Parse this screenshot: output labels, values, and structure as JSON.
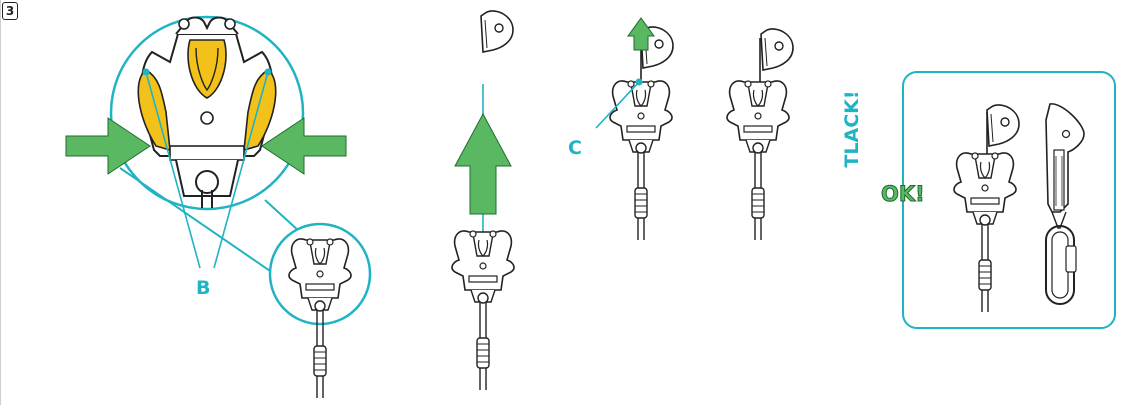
{
  "step_number": "3",
  "labels": {
    "b": "B",
    "c": "C",
    "tlack": "TLACK!",
    "ok": "OK!"
  },
  "colors": {
    "accent": "#20b3c4",
    "arrow_green": "#5ab862",
    "highlight_yellow": "#f2c21a",
    "line": "#222222"
  }
}
